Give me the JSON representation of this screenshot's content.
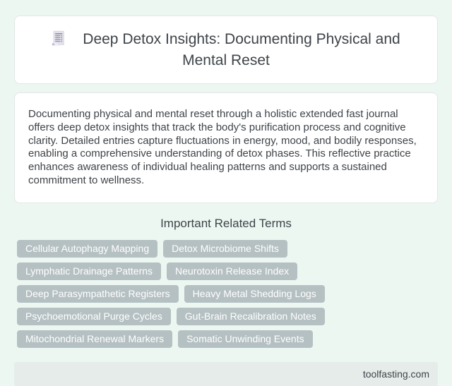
{
  "theme": {
    "page_bg": "#edf7f2",
    "card_bg": "#ffffff",
    "card_border": "#e3e7e7",
    "text_color": "#3e4449",
    "tag_bg": "#b5c0c2",
    "tag_text": "#ffffff",
    "footer_bg": "#e6ece9",
    "icon_paper": "#e4e1ec",
    "icon_curl": "#c3b1de"
  },
  "header": {
    "icon": "receipt-icon",
    "title": "Deep Detox Insights: Documenting Physical and Mental Reset"
  },
  "summary": {
    "text": "Documenting physical and mental reset through a holistic extended fast journal offers deep detox insights that track the body's purification process and cognitive clarity. Detailed entries capture fluctuations in energy, mood, and bodily responses, enabling a comprehensive understanding of detox phases. This reflective practice enhances awareness of individual healing patterns and supports a sustained commitment to wellness."
  },
  "related_terms": {
    "heading": "Important Related Terms",
    "terms": [
      "Cellular Autophagy Mapping",
      "Detox Microbiome Shifts",
      "Lymphatic Drainage Patterns",
      "Neurotoxin Release Index",
      "Deep Parasympathetic Registers",
      "Heavy Metal Shedding Logs",
      "Psychoemotional Purge Cycles",
      "Gut-Brain Recalibration Notes",
      "Mitochondrial Renewal Markers",
      "Somatic Unwinding Events"
    ]
  },
  "footer": {
    "site": "toolfasting.com"
  }
}
